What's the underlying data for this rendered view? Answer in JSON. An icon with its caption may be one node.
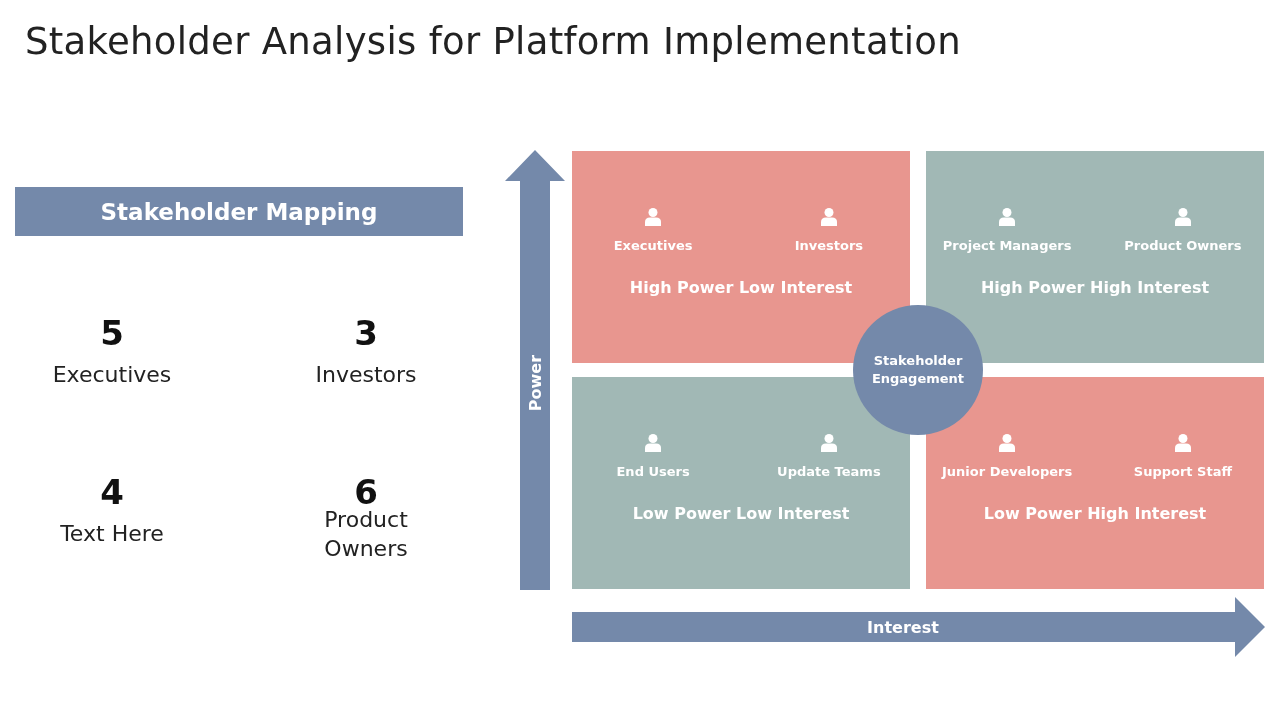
{
  "diagram": {
    "title": "Stakeholder Analysis for Platform Implementation",
    "nodes": [
      {
        "text": [
          "Stakeholder Mapping"
        ]
      },
      {
        "text": [
          "Power"
        ]
      },
      {
        "text": [
          "Executives",
          "Investors",
          "High Power Low Interest"
        ]
      },
      {
        "text": [
          "Project Managers",
          "Product Owners",
          "High Power High Interest"
        ]
      },
      {
        "text": [
          "Stakeholder Engagement"
        ]
      },
      {
        "text": [
          "End Users",
          "Update Teams",
          "Low Power Low Interest"
        ]
      },
      {
        "text": [
          "Junior Developers",
          "Support Staff",
          "Low Power High Interest"
        ]
      },
      {
        "text": [
          "Interest"
        ]
      }
    ],
    "labels": [
      "5",
      "Executives",
      "3",
      "Investors",
      "4",
      "Text Here",
      "6",
      "Product Owners"
    ]
  }
}
